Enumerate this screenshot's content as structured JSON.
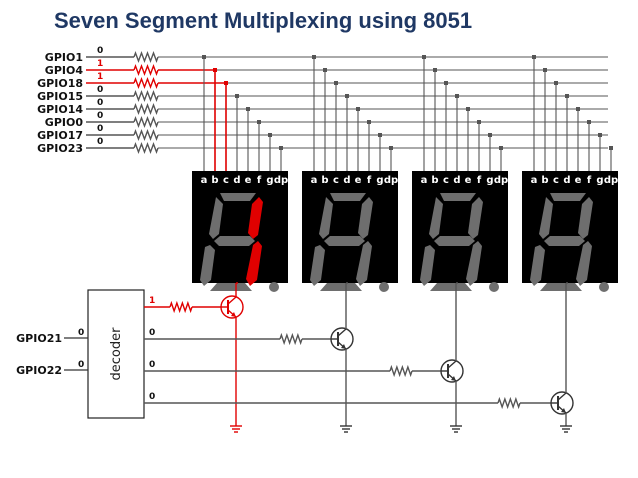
{
  "title": "Seven Segment Multiplexing using 8051",
  "gpio_lines": [
    {
      "name": "GPIO1",
      "value": "0",
      "active": false
    },
    {
      "name": "GPIO4",
      "value": "1",
      "active": true
    },
    {
      "name": "GPIO18",
      "value": "1",
      "active": true
    },
    {
      "name": "GPIO15",
      "value": "0",
      "active": false
    },
    {
      "name": "GPIO14",
      "value": "0",
      "active": false
    },
    {
      "name": "GPIO0",
      "value": "0",
      "active": false
    },
    {
      "name": "GPIO17",
      "value": "0",
      "active": false
    },
    {
      "name": "GPIO23",
      "value": "0",
      "active": false
    }
  ],
  "segment_labels": [
    "a",
    "b",
    "c",
    "d",
    "e",
    "f",
    "g",
    "dp"
  ],
  "displays": [
    {
      "digit": "1",
      "lit_segments": [
        "b",
        "c"
      ]
    },
    {
      "digit": "",
      "lit_segments": []
    },
    {
      "digit": "",
      "lit_segments": []
    },
    {
      "digit": "",
      "lit_segments": []
    }
  ],
  "decoder": {
    "label": "decoder",
    "inputs": [
      {
        "name": "GPIO21",
        "value": "0"
      },
      {
        "name": "GPIO22",
        "value": "0"
      }
    ],
    "outputs": [
      "1",
      "0",
      "0",
      "0"
    ]
  },
  "colors": {
    "title": "#1f3864",
    "active": "#e00000",
    "wire": "#555555",
    "segment_off": "#6e6e6e",
    "display_bg": "#000000"
  }
}
